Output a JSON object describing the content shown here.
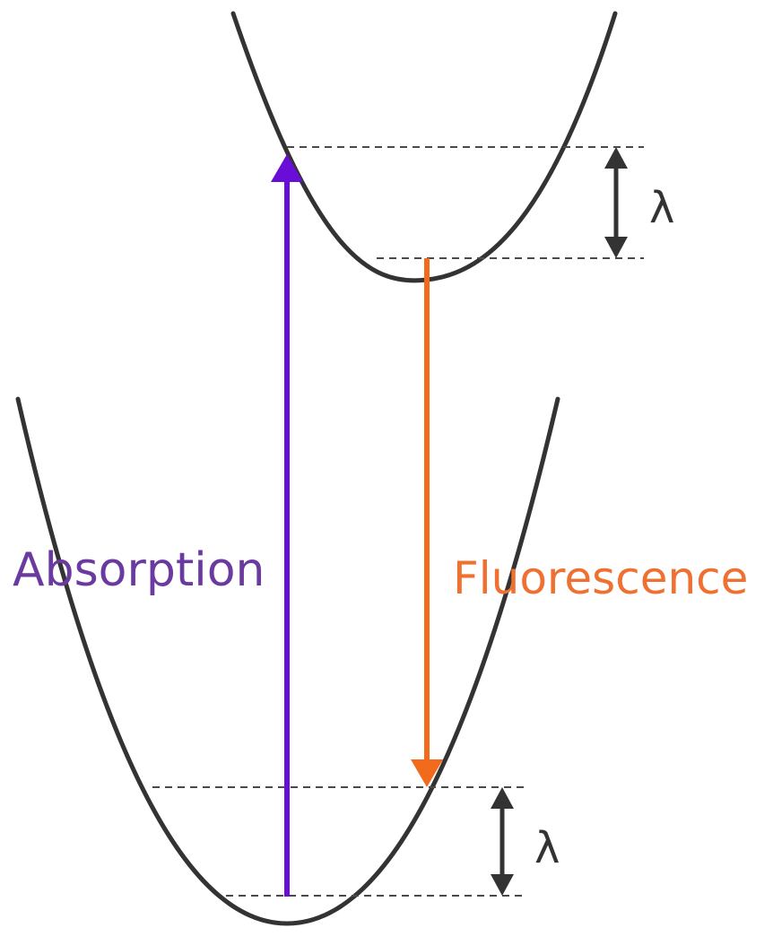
{
  "labels": {
    "absorption": "Absorption",
    "fluorescence": "Fluorescence",
    "upper_lambda": "λ",
    "lower_lambda": "λ"
  },
  "colors": {
    "curve": "#333333",
    "dashed": "#4a4a4a",
    "absorption": "#6a0dd6",
    "absorption_text": "#6b3aa0",
    "fluorescence": "#f26b1d",
    "fluorescence_text": "#ef7132",
    "dimension_arrow": "#333333"
  }
}
